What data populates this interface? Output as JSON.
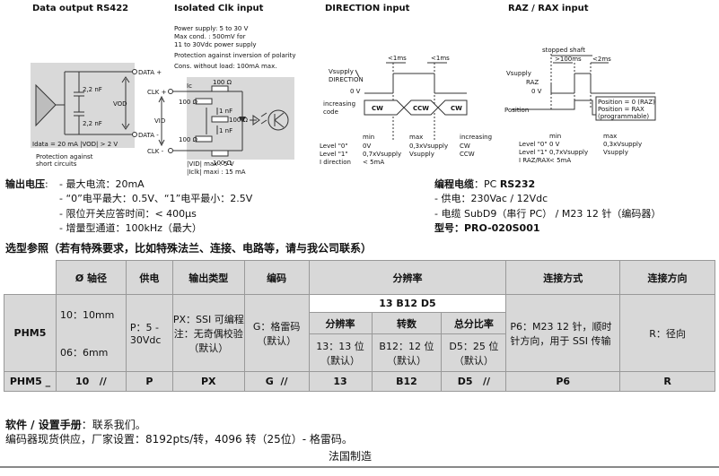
{
  "diagrams": {
    "rs422": {
      "title": "Data output RS422",
      "data_plus": "DATA +",
      "data_minus": "DATA -",
      "cap1": "2,2 nF",
      "cap2": "2,2 nF",
      "vod": "VOD",
      "idata": "Idata = 20 mA |VOD| > 2 V",
      "protection": "Protection against",
      "short": "short circuits"
    },
    "clk": {
      "title": "Isolated Clk input",
      "spec1": "Power supply: 5 to 30 V",
      "spec2": "Max cond. : 500mV for",
      "spec3": "11 to 30Vdc power supply",
      "spec4": "Protection against inversion of polarity",
      "spec5": "Cons. without load: 100mA max.",
      "clk_plus": "CLK +",
      "clk_minus": "CLK -",
      "ic": "Ic",
      "vid": "VID",
      "r1": "100 Ω",
      "r2": "100 Ω",
      "r3": "100 Ω",
      "r4": "100 Ω",
      "r5": "100 Ω",
      "nf1": "1 nF",
      "nf2": "1 nF",
      "vid_max": "|VID| max : 5 V",
      "iclk_max": "|Iclk| maxi : 15 mA"
    },
    "direction": {
      "title": "DIRECTION input",
      "vsupply": "Vsupply",
      "direction": "DIRECTION",
      "zero": "0 V",
      "t1": "<1ms",
      "t2": "<1ms",
      "increasing1": "increasing",
      "code": "code",
      "cw1": "CW",
      "ccw": "CCW",
      "cw2": "CW",
      "min": "min",
      "max": "max",
      "increasing2": "increasing",
      "level0": "Level \"0\"",
      "level1": "Level \"1\"",
      "idir": "I direction",
      "l0_min": "0V",
      "l0_max": "0,3xVsupply",
      "l0_code": "CW",
      "l1_min": "0,7xVsupply",
      "l1_max": "Vsupply",
      "l1_code": "CCW",
      "i_min": "< 5mA"
    },
    "raz": {
      "title": "RAZ / RAX input",
      "stopped": "stopped shaft",
      "t1": ">100ms",
      "t2": "<2ms",
      "vsupply": "Vsupply",
      "raz": "RAZ",
      "zero": "0 V",
      "position": "Position",
      "pos1": "Position = 0 (RAZ)",
      "pos2": "Position = RAX",
      "pos3": "(programmable)",
      "min": "min",
      "max": "max",
      "level0": "Level \"0\"",
      "level1": "Level \"1\"",
      "iraz": "I RAZ/RAX",
      "l0_min": "0 V",
      "l0_max": "0,3xVsupply",
      "l1_min": "0,7xVsupply",
      "l1_max": "Vsupply",
      "i_min": "< 5mA"
    }
  },
  "specs": {
    "output_label": "输出电压",
    "output_sep": ":",
    "out1": "- 最大电流：20mA",
    "out2": "- “0”电平最大：0.5V、“1”电平最小：2.5V",
    "out3": "- 限位开关应答时间：< 400µs",
    "out4": "- 增量型通道：100kHz（最大）",
    "cable_label": "编程电缆",
    "cable_value": "：PC",
    "cable_bold": "RS232",
    "cable1": "- 供电：230Vac / 12Vdc",
    "cable2": "- 电缆 SubD9（串行 PC） / M23 12 针（编码器）",
    "model_label": "型号",
    "model_value": "：PRO-020S001"
  },
  "selection": {
    "title": "选型参照（若有特殊要求，比如特殊法兰、连接、电路等，请与我公司联系）"
  },
  "table": {
    "headers": {
      "shaft": "Ø 轴径",
      "supply": "供电",
      "output": "输出类型",
      "code": "编码",
      "resolution": "分辨率",
      "connection": "连接方式",
      "direction": "连接方向"
    },
    "sub_header": "13 B12 D5",
    "sub_cols": {
      "res": "分辨率",
      "turns": "转数",
      "total": "总分比率"
    },
    "model": "PHM5",
    "shaft1": "10：10mm",
    "shaft2": "06：6mm",
    "supply_val": "P：5 - 30Vdc",
    "output_val": "PX：SSI 可编程 注：无奇偶校验（默认）",
    "code_val": "G：格雷码（默认）",
    "res_val": "13：13 位（默认）",
    "turns_val": "B12：12 位（默认）",
    "total_val": "D5：25 位（默认）",
    "connection_val": "P6：M23 12 针，顺时针方向，用于 SSI 传输",
    "direction_val": "R：径向",
    "code_row": [
      "PHM5 _",
      "10",
      "//",
      "P",
      "PX",
      "G",
      "//",
      "13",
      "B12",
      "D5",
      "//",
      "P6",
      "R"
    ]
  },
  "bottom": {
    "manual_label": "软件 / 设置手册",
    "manual_value": "：联系我们。",
    "stock": "编码器现货供应，厂家设置：8192pts/转，4096 转（25位）- 格雷码。",
    "made": "法国制造"
  }
}
